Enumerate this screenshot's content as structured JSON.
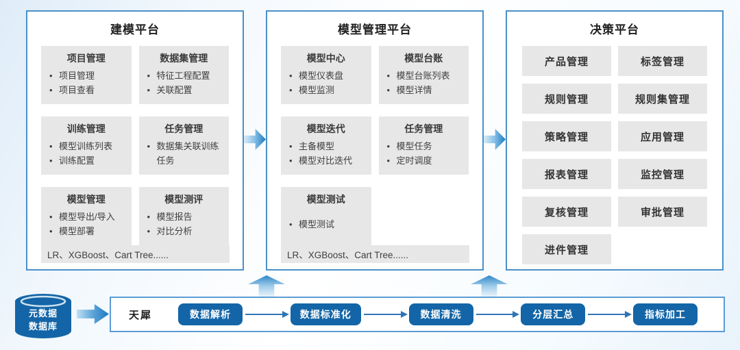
{
  "colors": {
    "accent_blue": "#1365a7",
    "panel_border": "#4a90c9",
    "pipeline_border": "#5b9bd5",
    "box_gray": "#e7e7e7",
    "arrow_blue": "#1e7cc2",
    "text_dark": "#3f3f3f"
  },
  "panels": [
    {
      "title": "建模平台",
      "boxes": [
        {
          "title": "项目管理",
          "items": [
            "项目管理",
            "项目查看"
          ]
        },
        {
          "title": "数据集管理",
          "items": [
            "特征工程配置",
            "关联配置"
          ]
        },
        {
          "title": "训练管理",
          "items": [
            "模型训练列表",
            "训练配置"
          ]
        },
        {
          "title": "任务管理",
          "items": [
            "数据集关联训练任务"
          ]
        },
        {
          "title": "模型管理",
          "items": [
            "模型导出/导入",
            "模型部署"
          ]
        },
        {
          "title": "模型测评",
          "items": [
            "模型报告",
            "对比分析"
          ]
        }
      ],
      "footer": "LR、XGBoost、Cart Tree......"
    },
    {
      "title": "模型管理平台",
      "boxes": [
        {
          "title": "模型中心",
          "items": [
            "模型仪表盘",
            "模型监测"
          ]
        },
        {
          "title": "模型台账",
          "items": [
            "模型台账列表",
            "模型详情"
          ]
        },
        {
          "title": "模型迭代",
          "items": [
            "主备模型",
            "模型对比迭代"
          ]
        },
        {
          "title": "任务管理",
          "items": [
            "模型任务",
            "定时调度"
          ]
        },
        {
          "title": "模型测试",
          "items": [
            "模型测试"
          ]
        }
      ],
      "footer": "LR、XGBoost、Cart Tree......"
    },
    {
      "title": "决策平台",
      "tiles": [
        "产品管理",
        "标签管理",
        "规则管理",
        "规则集管理",
        "策略管理",
        "应用管理",
        "报表管理",
        "监控管理",
        "复核管理",
        "审批管理",
        "进件管理"
      ]
    }
  ],
  "database": {
    "line1": "元数据",
    "line2": "数据库"
  },
  "pipeline": {
    "source_label": "天犀",
    "steps": [
      "数据解析",
      "数据标准化",
      "数据清洗",
      "分层汇总",
      "指标加工"
    ]
  }
}
